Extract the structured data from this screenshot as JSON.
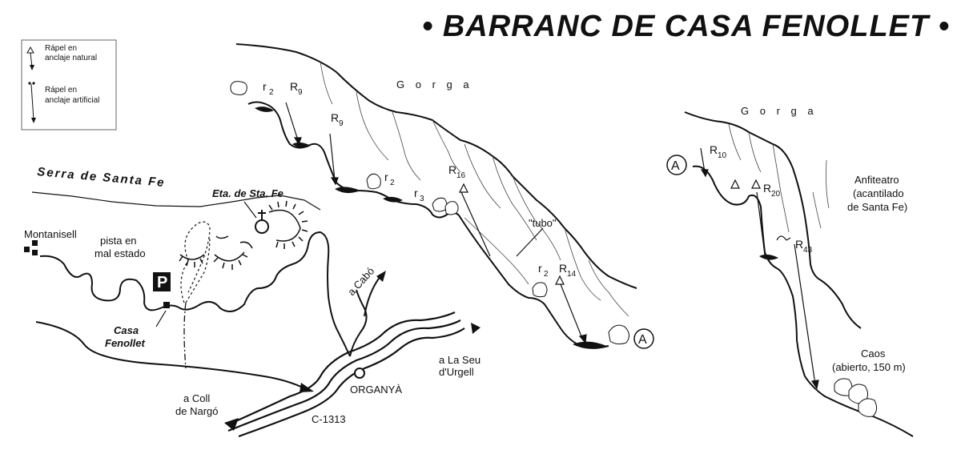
{
  "title": "• BARRANC DE CASA FENOLLET •",
  "legend": {
    "natural_line1": "Rápel en",
    "natural_line2": "anclaje natural",
    "artificial_line1": "Rápel en",
    "artificial_line2": "anclaje artificial"
  },
  "map": {
    "serra": "Serra de Santa Fe",
    "ermita": "Eta. de Sta. Fe",
    "montanisell": "Montanisell",
    "pista_line1": "pista en",
    "pista_line2": "mal estado",
    "parking": "P",
    "casa_line1": "Casa",
    "casa_line2": "Fenollet",
    "cabo": "a Cabó",
    "seu_line1": "a La Seu",
    "seu_line2": "d'Urgell",
    "organya": "ORGANYÀ",
    "coll_line1": "a Coll",
    "coll_line2": "de Nargó",
    "road": "C-1313"
  },
  "profile1": {
    "gorga": "G o r g a",
    "tubo": "\"tubo\"",
    "rappels": [
      {
        "letter": "r",
        "sub": "2"
      },
      {
        "letter": "R",
        "sub": "9"
      },
      {
        "letter": "R",
        "sub": "9"
      },
      {
        "letter": "r",
        "sub": "2"
      },
      {
        "letter": "R",
        "sub": "16"
      },
      {
        "letter": "r",
        "sub": "3"
      },
      {
        "letter": "r",
        "sub": "2"
      },
      {
        "letter": "R",
        "sub": "14"
      }
    ],
    "marker": "A"
  },
  "profile2": {
    "gorga": "G o r g a",
    "marker": "A",
    "rappels": [
      {
        "letter": "R",
        "sub": "10"
      },
      {
        "letter": "R",
        "sub": "20"
      },
      {
        "letter": "R",
        "sub": "43"
      }
    ],
    "anfi_line1": "Anfiteatro",
    "anfi_line2": "(acantilado",
    "anfi_line3": "de Santa Fe)",
    "caos_line1": "Caos",
    "caos_line2": "(abierto, 150 m)"
  },
  "colors": {
    "ink": "#111111",
    "background": "#ffffff"
  }
}
